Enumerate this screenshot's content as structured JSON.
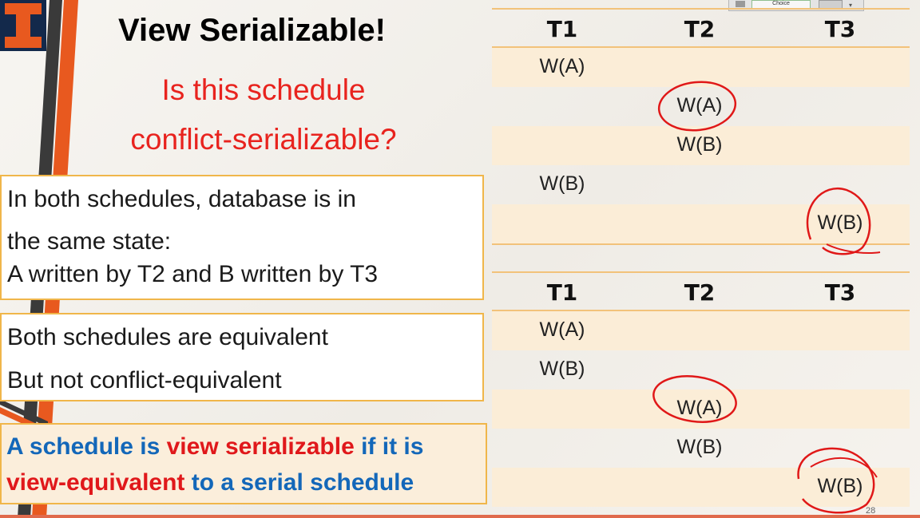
{
  "slide": {
    "title": "View Serializable!",
    "question_line1": "Is this schedule",
    "question_line2": "conflict-serializable?",
    "box1": {
      "line1": "In both schedules, database is in",
      "line2": "the same state:",
      "line3": "A written by T2 and B written by T3"
    },
    "box2": {
      "line1": "Both schedules are equivalent",
      "line2": "But not conflict-equivalent"
    },
    "definition": {
      "part1": "A schedule is ",
      "part2": "view serializable",
      "part3": " if it is",
      "part4": "view-equivalent",
      "part5": " to a serial schedule"
    },
    "page_number": "28"
  },
  "toolbar": {
    "choice_label": "Choice"
  },
  "schedule1": {
    "headers": [
      "T1",
      "T2",
      "T3"
    ],
    "rows": [
      [
        "W(A)",
        "",
        ""
      ],
      [
        "",
        "W(A)",
        ""
      ],
      [
        "",
        "W(B)",
        ""
      ],
      [
        "W(B)",
        "",
        ""
      ],
      [
        "",
        "",
        "W(B)"
      ]
    ]
  },
  "schedule2": {
    "headers": [
      "T1",
      "T2",
      "T3"
    ],
    "rows": [
      [
        "W(A)",
        "",
        ""
      ],
      [
        "W(B)",
        "",
        ""
      ],
      [
        "",
        "W(A)",
        ""
      ],
      [
        "",
        "W(B)",
        ""
      ],
      [
        "",
        "",
        "W(B)"
      ]
    ]
  },
  "colors": {
    "accent_orange": "#e8591f",
    "title_red": "#e8231e",
    "definition_blue": "#1367b9",
    "definition_red": "#e0181b",
    "row_shade": "#fbedd7",
    "annotation_red": "#e01818"
  }
}
